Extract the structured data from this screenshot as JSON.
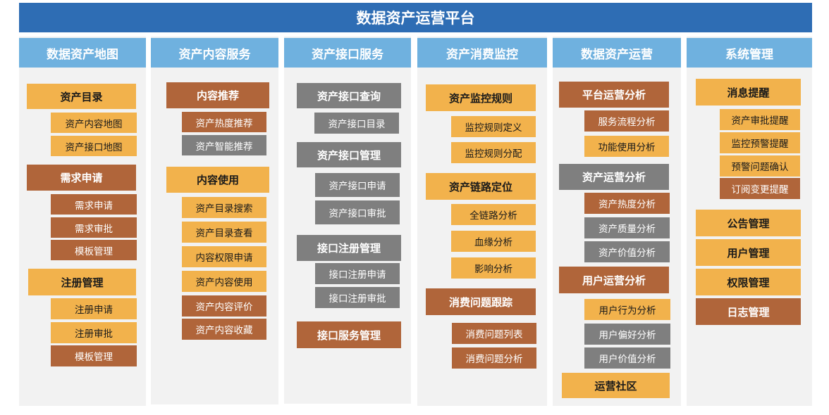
{
  "title": "数据资产运营平台",
  "colors": {
    "title_bg": "#2e6db4",
    "header_bg": "#6fb1df",
    "column_bg": "#f2f2f2",
    "orange": "#f2b24c",
    "brown": "#b0653a",
    "gray": "#7f7f7f"
  },
  "columns": [
    {
      "header": "数据资产地图",
      "items": [
        {
          "label": "资产目录",
          "level": 1,
          "color": "orange"
        },
        {
          "label": "资产内容地图",
          "level": 2,
          "color": "orange"
        },
        {
          "label": "资产接口地图",
          "level": 2,
          "color": "orange"
        },
        {
          "label": "需求申请",
          "level": 1,
          "color": "brown"
        },
        {
          "label": "需求申请",
          "level": 2,
          "color": "brown"
        },
        {
          "label": "需求审批",
          "level": 2,
          "color": "brown"
        },
        {
          "label": "模板管理",
          "level": 2,
          "color": "brown"
        },
        {
          "label": "注册管理",
          "level": 1,
          "color": "orange"
        },
        {
          "label": "注册申请",
          "level": 2,
          "color": "orange"
        },
        {
          "label": "注册审批",
          "level": 2,
          "color": "orange"
        },
        {
          "label": "模板管理",
          "level": 2,
          "color": "brown"
        }
      ]
    },
    {
      "header": "资产内容服务",
      "items": [
        {
          "label": "内容推荐",
          "level": 1,
          "color": "brown"
        },
        {
          "label": "资产热度推荐",
          "level": 2,
          "color": "brown"
        },
        {
          "label": "资产智能推荐",
          "level": 2,
          "color": "gray"
        },
        {
          "label": "内容使用",
          "level": 1,
          "color": "orange"
        },
        {
          "label": "资产目录搜索",
          "level": 2,
          "color": "orange"
        },
        {
          "label": "资产目录查看",
          "level": 2,
          "color": "orange"
        },
        {
          "label": "内容权限申请",
          "level": 2,
          "color": "orange"
        },
        {
          "label": "资产内容使用",
          "level": 2,
          "color": "orange"
        },
        {
          "label": "资产内容评价",
          "level": 2,
          "color": "brown"
        },
        {
          "label": "资产内容收藏",
          "level": 2,
          "color": "brown"
        }
      ]
    },
    {
      "header": "资产接口服务",
      "items": [
        {
          "label": "资产接口查询",
          "level": 1,
          "color": "gray"
        },
        {
          "label": "资产接口目录",
          "level": 2,
          "color": "gray"
        },
        {
          "label": "资产接口管理",
          "level": 1,
          "color": "gray"
        },
        {
          "label": "资产接口申请",
          "level": 2,
          "color": "gray"
        },
        {
          "label": "资产接口审批",
          "level": 2,
          "color": "gray"
        },
        {
          "label": "接口注册管理",
          "level": 1,
          "color": "gray"
        },
        {
          "label": "接口注册申请",
          "level": 2,
          "color": "gray"
        },
        {
          "label": "接口注册审批",
          "level": 2,
          "color": "gray"
        },
        {
          "label": "接口服务管理",
          "level": 1,
          "color": "brown"
        }
      ]
    },
    {
      "header": "资产消费监控",
      "items": [
        {
          "label": "资产监控规则",
          "level": 1,
          "color": "orange"
        },
        {
          "label": "监控规则定义",
          "level": 2,
          "color": "orange"
        },
        {
          "label": "监控规则分配",
          "level": 2,
          "color": "orange"
        },
        {
          "label": "资产链路定位",
          "level": 1,
          "color": "orange"
        },
        {
          "label": "全链路分析",
          "level": 2,
          "color": "orange"
        },
        {
          "label": "血缘分析",
          "level": 2,
          "color": "orange"
        },
        {
          "label": "影响分析",
          "level": 2,
          "color": "orange"
        },
        {
          "label": "消费问题跟踪",
          "level": 1,
          "color": "brown"
        },
        {
          "label": "消费问题列表",
          "level": 2,
          "color": "brown"
        },
        {
          "label": "消费问题分析",
          "level": 2,
          "color": "brown"
        }
      ]
    },
    {
      "header": "数据资产运营",
      "items": [
        {
          "label": "平台运营分析",
          "level": 1,
          "color": "brown"
        },
        {
          "label": "服务流程分析",
          "level": 2,
          "color": "brown"
        },
        {
          "label": "功能使用分析",
          "level": 2,
          "color": "orange"
        },
        {
          "label": "资产运营分析",
          "level": 1,
          "color": "gray"
        },
        {
          "label": "资产热度分析",
          "level": 2,
          "color": "brown"
        },
        {
          "label": "资产质量分析",
          "level": 2,
          "color": "gray"
        },
        {
          "label": "资产价值分析",
          "level": 2,
          "color": "gray"
        },
        {
          "label": "用户运营分析",
          "level": 1,
          "color": "brown"
        },
        {
          "label": "用户行为分析",
          "level": 2,
          "color": "orange"
        },
        {
          "label": "用户偏好分析",
          "level": 2,
          "color": "gray"
        },
        {
          "label": "用户价值分析",
          "level": 2,
          "color": "gray"
        },
        {
          "label": "运营社区",
          "level": 1,
          "color": "orange"
        }
      ]
    },
    {
      "header": "系统管理",
      "items": [
        {
          "label": "消息提醒",
          "level": 1,
          "color": "orange"
        },
        {
          "label": "资产审批提醒",
          "level": 2,
          "color": "orange"
        },
        {
          "label": "监控预警提醒",
          "level": 2,
          "color": "orange"
        },
        {
          "label": "预警问题确认",
          "level": 2,
          "color": "orange"
        },
        {
          "label": "订阅变更提醒",
          "level": 2,
          "color": "brown"
        },
        {
          "label": "公告管理",
          "level": 1,
          "color": "orange"
        },
        {
          "label": "用户管理",
          "level": 1,
          "color": "orange"
        },
        {
          "label": "权限管理",
          "level": 1,
          "color": "orange"
        },
        {
          "label": "日志管理",
          "level": 1,
          "color": "brown"
        }
      ]
    }
  ]
}
